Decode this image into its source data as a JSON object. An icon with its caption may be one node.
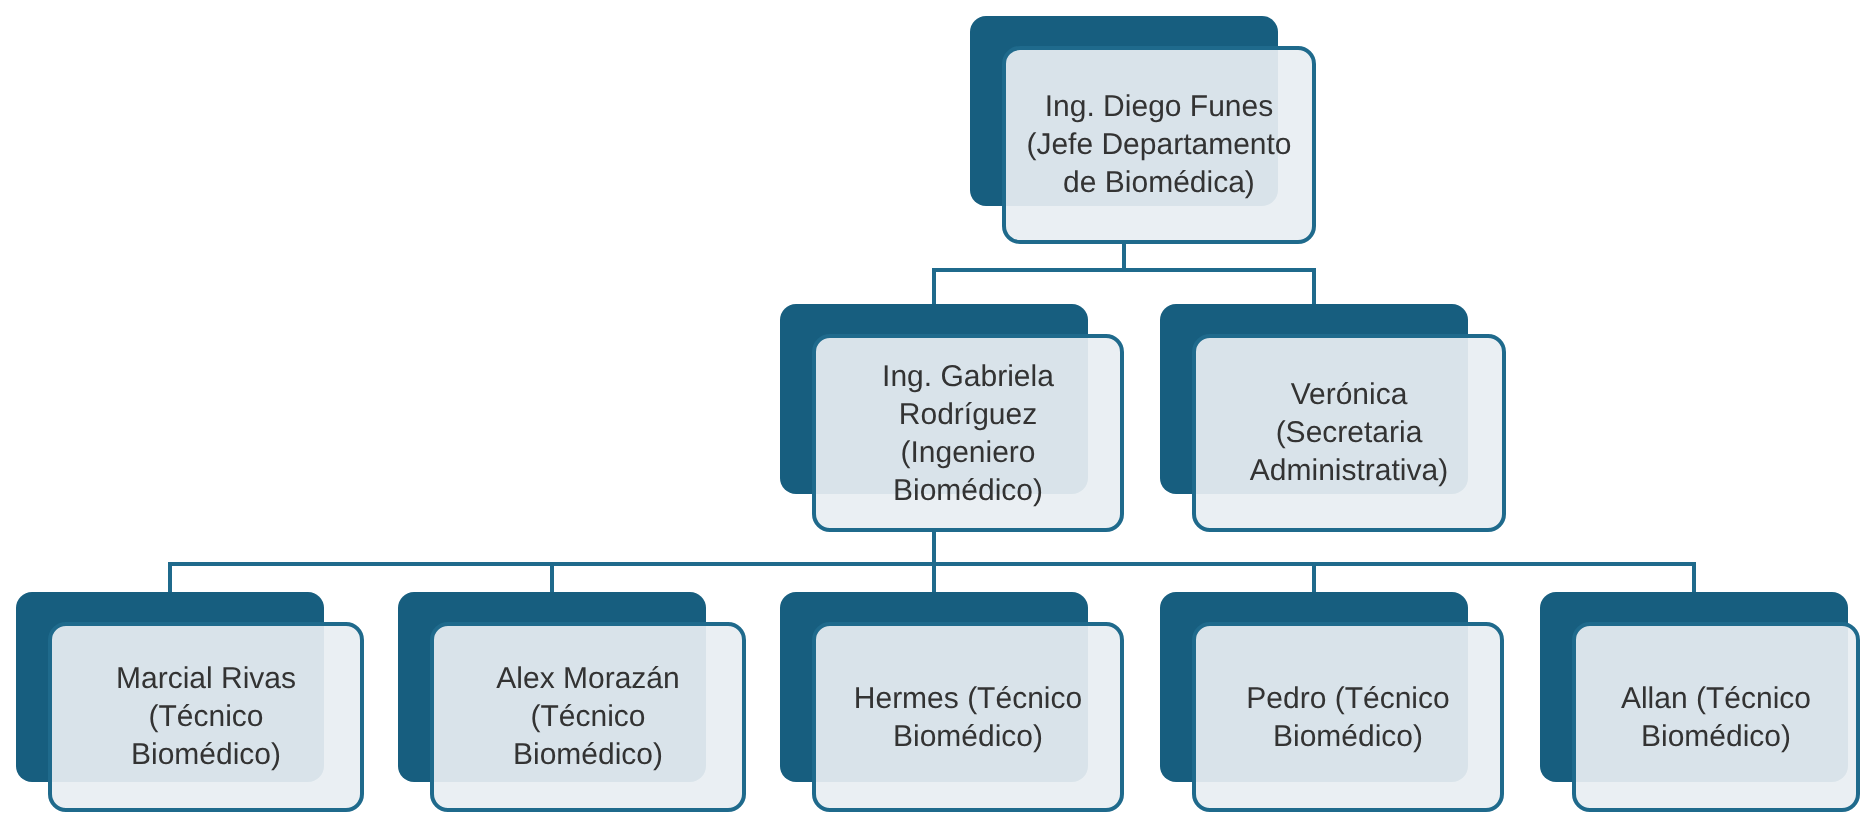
{
  "diagram": {
    "nodes": [
      {
        "text": [
          "Ing. Diego Funes (Jefe Departamento de Biomédica)"
        ]
      },
      {
        "text": [
          "Ing. Gabriela Rodríguez (Ingeniero Biomédico)"
        ]
      },
      {
        "text": [
          "Verónica (Secretaria Administrativa)"
        ]
      },
      {
        "text": [
          "Marcial Rivas (Técnico Biomédico)"
        ]
      },
      {
        "text": [
          "Alex Morazán (Técnico Biomédico)"
        ]
      },
      {
        "text": [
          "Hermes (Técnico Biomédico)"
        ]
      },
      {
        "text": [
          "Pedro (Técnico Biomédico)"
        ]
      },
      {
        "text": [
          "Allan (Técnico Biomédico)"
        ]
      }
    ],
    "edges": [
      {
        "from": 0,
        "to": 1,
        "arrow": "none"
      },
      {
        "from": 0,
        "to": 2,
        "arrow": "none"
      },
      {
        "from": 1,
        "to": 3,
        "arrow": "none"
      },
      {
        "from": 1,
        "to": 4,
        "arrow": "none"
      },
      {
        "from": 1,
        "to": 5,
        "arrow": "none"
      },
      {
        "from": 1,
        "to": 6,
        "arrow": "none"
      },
      {
        "from": 1,
        "to": 7,
        "arrow": "none"
      }
    ]
  }
}
